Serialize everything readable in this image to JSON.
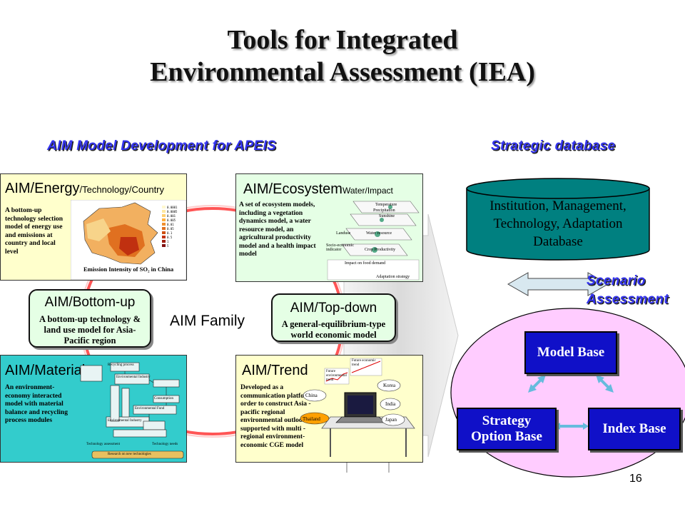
{
  "slide": {
    "title_line1": "Tools for Integrated",
    "title_line2": "Environmental Assessment (IEA)",
    "page_number": "16"
  },
  "headings": {
    "left": "AIM Model Development for APEIS",
    "right": "Strategic database"
  },
  "center_label": "AIM Family",
  "boxes": {
    "energy": {
      "prefix": "AIM/",
      "name": "Energy",
      "suffix": "/Technology/Country",
      "description": "A bottom-up technology selection model of energy use and emissions at country and local level",
      "map_caption": "Emission Intensity of SO₂ in China"
    },
    "ecosystem": {
      "prefix": "AIM/",
      "name": "Ecosystem",
      "suffix": "Water/Impact",
      "description": "A set of ecosystem models, including a vegetation dynamics model, a water resource model, an agricultural productivity model and a health impact model",
      "labels": [
        "Temperature",
        "Precipitation",
        "Sunshine",
        "Landuse",
        "Water resource",
        "Socio-economic indicator",
        "Crop Productivity",
        "Impact on food demand",
        "Adaptation strategy"
      ]
    },
    "bottomup": {
      "title": "AIM/Bottom-up",
      "description": "A bottom-up technology & land use model for Asia-Pacific region"
    },
    "topdown": {
      "title": "AIM/Top-down",
      "description": "A general-equilibrium-type world economic model"
    },
    "material": {
      "title": "AIM/Material",
      "description": "An environment-economy interacted model with material balance and recycling process modules",
      "diagram_labels": [
        "Recycling process",
        "Environmental Industry",
        "Consumption",
        "Environmental Fund",
        "Environmental Industry",
        "Technology assessment",
        "Technology needs",
        "Research on new technologies"
      ]
    },
    "trend": {
      "title": "AIM/Trend",
      "description": "Developed as a communication platform in order to construct Asia -pacific regional environmental outlook supported with multi - regional environment- economic CGE model",
      "countries": [
        "Korea",
        "China",
        "India",
        "Thailand",
        "Japan"
      ],
      "chart_labels": [
        "Future environmental trend",
        "Future economic trend"
      ]
    }
  },
  "database": {
    "text": "Institution, Management, Technology, Adaptation Database"
  },
  "scenario": {
    "line1": "Scenario",
    "line2": "Assessment"
  },
  "bases": {
    "model": "Model Base",
    "strategy": "Strategy Option Base",
    "index": "Index Base"
  },
  "colors": {
    "heading_blue": "#3333ee",
    "energy_bg": "#ffffcc",
    "ecosystem_bg": "#e5ffe5",
    "material_bg": "#33cccc",
    "trend_bg": "#ffffcc",
    "database_bg": "#008080",
    "base_blue": "#1010c8",
    "oval_pink": "#ffccff",
    "ring_red": "#ff5555"
  }
}
